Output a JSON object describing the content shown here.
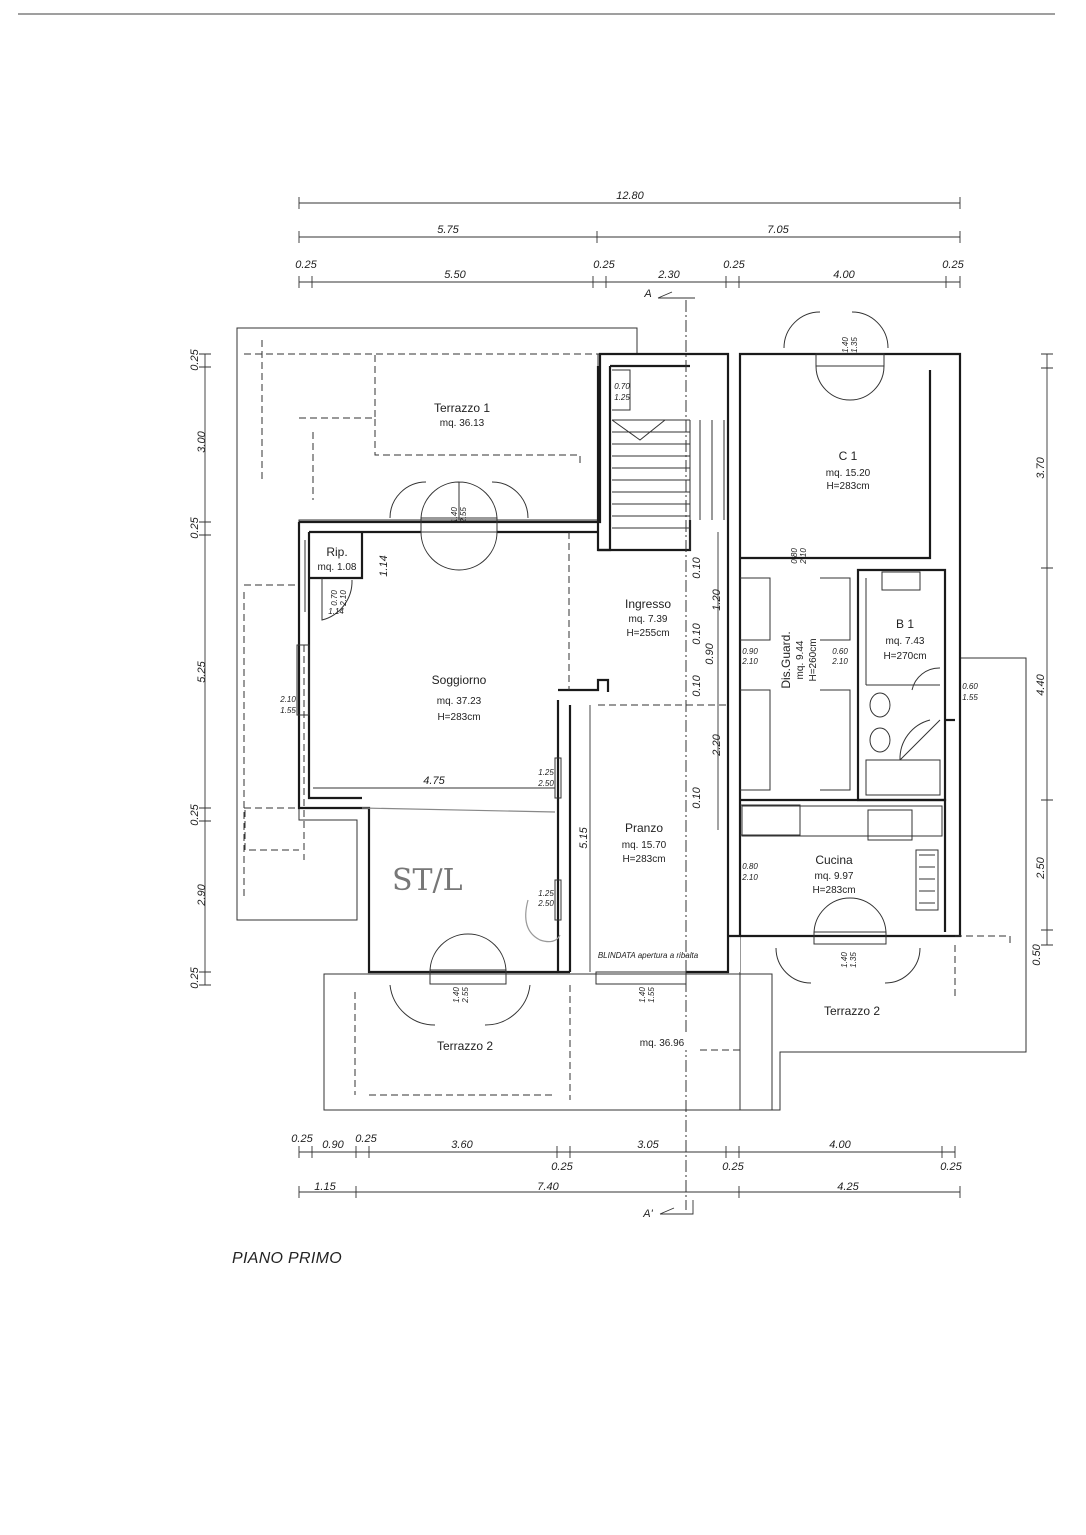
{
  "caption": "PIANO PRIMO",
  "dims_top": {
    "total": "12.80",
    "left_half": "5.75",
    "right_half": "7.05",
    "seg1": "0.25",
    "seg2": "5.50",
    "seg3": "0.25",
    "seg4": "2.30",
    "seg5": "0.25",
    "seg6": "4.00",
    "seg7": "0.25"
  },
  "dims_bottom": {
    "row1_a": "0.25",
    "row1_b": "0.90",
    "row1_c": "0.25",
    "row1_d": "3.60",
    "row1_e": "3.05",
    "row1_f": "4.00",
    "row2_a": "0.25",
    "row2_b": "0.25",
    "row2_c": "0.25",
    "row3_a": "1.15",
    "row3_b": "7.40",
    "row3_c": "4.25"
  },
  "dims_left": [
    "0.25",
    "3.00",
    "0.25",
    "5.25",
    "0.25",
    "2.90",
    "0.25"
  ],
  "dims_right": [
    "3.70",
    "4.40",
    "2.50",
    "0.50"
  ],
  "section": {
    "top": "A",
    "bottom": "A'"
  },
  "rooms": {
    "terrazzo1": {
      "name": "Terrazzo 1",
      "area": "mq. 36.13"
    },
    "camera": {
      "name": "C     1",
      "area": "mq. 15.20",
      "height": "H=283cm"
    },
    "rip": {
      "name": "Rip.",
      "area": "mq. 1.08"
    },
    "ingresso": {
      "name": "Ingresso",
      "area": "mq. 7.39",
      "height": "H=255cm"
    },
    "soggiorno": {
      "name": "Soggiorno",
      "area": "mq. 37.23",
      "height": "H=283cm"
    },
    "disguard": {
      "name": "Dis.Guard.",
      "area": "mq. 9.44",
      "height": "H=260cm"
    },
    "b1": {
      "name": "B 1",
      "area": "mq. 7.43",
      "height": "H=270cm"
    },
    "pranzo": {
      "name": "Pranzo",
      "area": "mq. 15.70",
      "height": "H=283cm"
    },
    "cucina": {
      "name": "Cucina",
      "area": "mq. 9.97",
      "height": "H=283cm"
    },
    "terrazzo2_left": {
      "name": "Terrazzo 2"
    },
    "terrazzo2_mid": {
      "area": "mq. 36.96"
    },
    "terrazzo2_right": {
      "name": "Terrazzo 2"
    }
  },
  "inner_dims": {
    "rip_h": "1.14",
    "rip_w": "1.14",
    "rip_door_a": "0.70",
    "rip_door_b": "2.10",
    "soggiorno_w": "4.75",
    "pranzo_h": "5.15",
    "ingr_a": "0.10",
    "ingr_b": "1.20",
    "ingr_c": "0.10",
    "ingr_d": "0.90",
    "ingr_e": "0.10",
    "ingr_f": "2.20",
    "ingr_g": "0.10",
    "win_left_a": "2.10",
    "win_left_b": "1.55",
    "win_mid_a": "1.25",
    "win_mid_b": "2.50",
    "win_mid2_a": "1.25",
    "win_mid2_b": "2.50",
    "stair_a": "0.70",
    "stair_b": "1.25",
    "camera_door_a": "0.80",
    "camera_door_b": "2.10",
    "dis_left_a": "0.90",
    "dis_left_b": "2.10",
    "dis_right_a": "0.60",
    "dis_right_b": "2.10",
    "b1_win_a": "0.60",
    "b1_win_b": "1.55",
    "cucina_door_a": "0.80",
    "cucina_door_b": "2.10",
    "top_door_a": "1.40",
    "top_door_b": "2.55",
    "cam_win_a": "1.40",
    "cam_win_b": "1.35",
    "bot_door_a": "1.40",
    "bot_door_b": "2.55",
    "bot_win_a": "1.40",
    "bot_win_b": "1.55",
    "cuc_win_a": "1.40",
    "cuc_win_b": "1.35"
  },
  "blindata": "BLINDATA apertura a ribalta",
  "handwriting": "ST/L"
}
